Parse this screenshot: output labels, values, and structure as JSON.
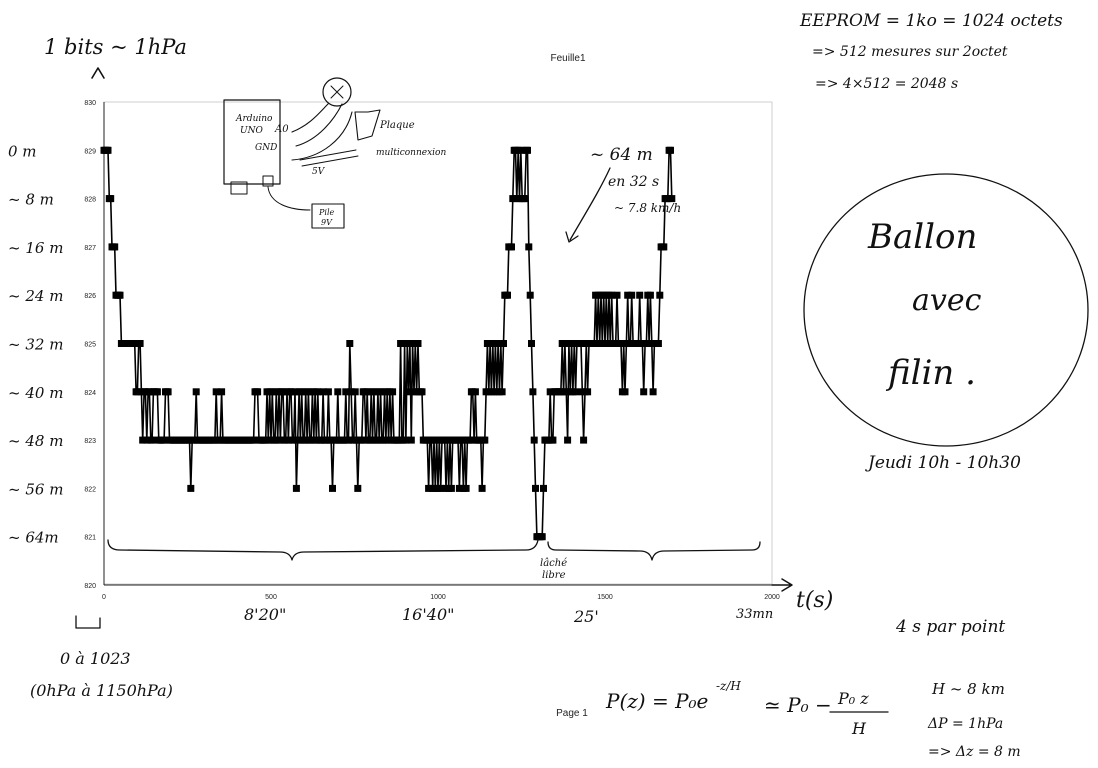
{
  "sheet_title": "Feuille1",
  "footer_page": "Page 1",
  "chart_data": {
    "type": "line",
    "xlim": [
      0,
      2000
    ],
    "ylim": [
      820,
      830
    ],
    "x_ticks": [
      "0",
      "500",
      "1000",
      "1500",
      "2000"
    ],
    "y_ticks": [
      "820",
      "821",
      "822",
      "823",
      "824",
      "825",
      "826",
      "827",
      "828",
      "829",
      "830"
    ],
    "series": [
      {
        "step_x": 4,
        "values": [
          829,
          829,
          829,
          829,
          828,
          828,
          827,
          827,
          827,
          826,
          826,
          826,
          826,
          825,
          825,
          825,
          825,
          825,
          825,
          825,
          825,
          825,
          825,
          825,
          824,
          824,
          825,
          825,
          824,
          823,
          824,
          824,
          823,
          824,
          824,
          823,
          823,
          824,
          824,
          824,
          824,
          823,
          823,
          823,
          823,
          823,
          824,
          824,
          824,
          823,
          823,
          823,
          823,
          823,
          823,
          823,
          823,
          823,
          823,
          823,
          823,
          823,
          823,
          823,
          823,
          822,
          823,
          823,
          823,
          824,
          823,
          823,
          823,
          823,
          823,
          823,
          823,
          823,
          823,
          823,
          823,
          823,
          823,
          823,
          824,
          823,
          823,
          823,
          824,
          823,
          823,
          823,
          823,
          823,
          823,
          823,
          823,
          823,
          823,
          823,
          823,
          823,
          823,
          823,
          823,
          823,
          823,
          823,
          823,
          823,
          823,
          823,
          823,
          824,
          824,
          824,
          823,
          823,
          823,
          823,
          823,
          823,
          824,
          823,
          824,
          823,
          824,
          823,
          823,
          824,
          823,
          824,
          823,
          824,
          824,
          823,
          823,
          824,
          823,
          824,
          824,
          823,
          823,
          824,
          822,
          823,
          824,
          823,
          824,
          823,
          823,
          824,
          823,
          824,
          823,
          823,
          824,
          823,
          824,
          823,
          824,
          823,
          823,
          823,
          824,
          823,
          823,
          823,
          824,
          823,
          823,
          822,
          823,
          823,
          823,
          824,
          823,
          823,
          823,
          823,
          823,
          824,
          823,
          823,
          825,
          824,
          823,
          823,
          824,
          823,
          822,
          823,
          823,
          823,
          824,
          824,
          823,
          824,
          823,
          823,
          824,
          823,
          824,
          823,
          823,
          824,
          823,
          824,
          823,
          823,
          824,
          823,
          824,
          823,
          824,
          823,
          824,
          823,
          823,
          823,
          823,
          823,
          825,
          823,
          823,
          825,
          823,
          825,
          824,
          825,
          823,
          825,
          824,
          825,
          824,
          825,
          824,
          824,
          824,
          823,
          823,
          823,
          823,
          822,
          823,
          823,
          822,
          823,
          822,
          823,
          822,
          823,
          822,
          823,
          823,
          823,
          822,
          823,
          822,
          823,
          822,
          823,
          823,
          823,
          823,
          823,
          822,
          823,
          823,
          822,
          823,
          822,
          823,
          823,
          823,
          824,
          824,
          823,
          824,
          823,
          823,
          823,
          823,
          822,
          823,
          823,
          824,
          825,
          824,
          825,
          824,
          825,
          824,
          825,
          824,
          825,
          824,
          825,
          824,
          825,
          826,
          826,
          826,
          827,
          827,
          827,
          828,
          829,
          829,
          828,
          829,
          828,
          829,
          828,
          828,
          828,
          829,
          829,
          827,
          826,
          825,
          824,
          823,
          822,
          821,
          821,
          821,
          821,
          821,
          822,
          823,
          823,
          823,
          823,
          824,
          823,
          823,
          824,
          824,
          824,
          824,
          824,
          824,
          825,
          824,
          825,
          824,
          823,
          825,
          824,
          825,
          824,
          825,
          824,
          825,
          825,
          825,
          825,
          824,
          823,
          824,
          825,
          824,
          825,
          825,
          825,
          825,
          825,
          826,
          825,
          826,
          825,
          826,
          825,
          826,
          825,
          826,
          825,
          826,
          825,
          826,
          825,
          825,
          825,
          826,
          825,
          825,
          825,
          824,
          825,
          824,
          825,
          826,
          825,
          825,
          826,
          825,
          825,
          825,
          825,
          825,
          826,
          825,
          825,
          824,
          825,
          825,
          826,
          825,
          826,
          825,
          824,
          825,
          825,
          825,
          825,
          826,
          827,
          827,
          827,
          828,
          828,
          828,
          829,
          829,
          828
        ]
      }
    ]
  },
  "annotations": {
    "top_left_units": "1 bits ~ 1hPa",
    "altitude_labels": [
      "0 m",
      "~ 8 m",
      "~ 16 m",
      "~ 24 m",
      "~ 32 m",
      "~ 40 m",
      "~ 48 m",
      "~ 56 m",
      "~ 64m"
    ],
    "eeprom": [
      "EEPROM = 1ko = 1024 octets",
      "=> 512 mesures sur 2octet",
      "=> 4×512 = 2048 s"
    ],
    "circuit": {
      "board": [
        "Arduino",
        "UNO"
      ],
      "pin_a0": "A0",
      "pin_gnd": "GND",
      "v5": "5V",
      "plate": [
        "Plaque",
        "multiconnexion"
      ],
      "battery": [
        "Pile",
        "9V"
      ]
    },
    "peak_note": [
      "~ 64 m",
      "en 32 s",
      "~ 7.8 km/h"
    ],
    "balloon": [
      "Ballon",
      "avec",
      "filin ."
    ],
    "session": "Jeudi 10h - 10h30",
    "release": [
      "lâché",
      "libre"
    ],
    "time_axis": "t(s)",
    "time_marks": [
      "8'20\"",
      "16'40\"",
      "25'",
      "33mn"
    ],
    "sample_rate": "4 s par point",
    "adc_range": [
      "0 à 1023",
      "(0hPa à 1150hPa)"
    ],
    "formula": {
      "lhs": "P(z) = P₀e",
      "exponent": "-z/H",
      "approx": "≃ P₀ −",
      "numerator": "P₀ z",
      "denominator": "H"
    },
    "physics": [
      "H ~ 8 km",
      "ΔP = 1hPa",
      "=> Δz = 8 m"
    ]
  }
}
